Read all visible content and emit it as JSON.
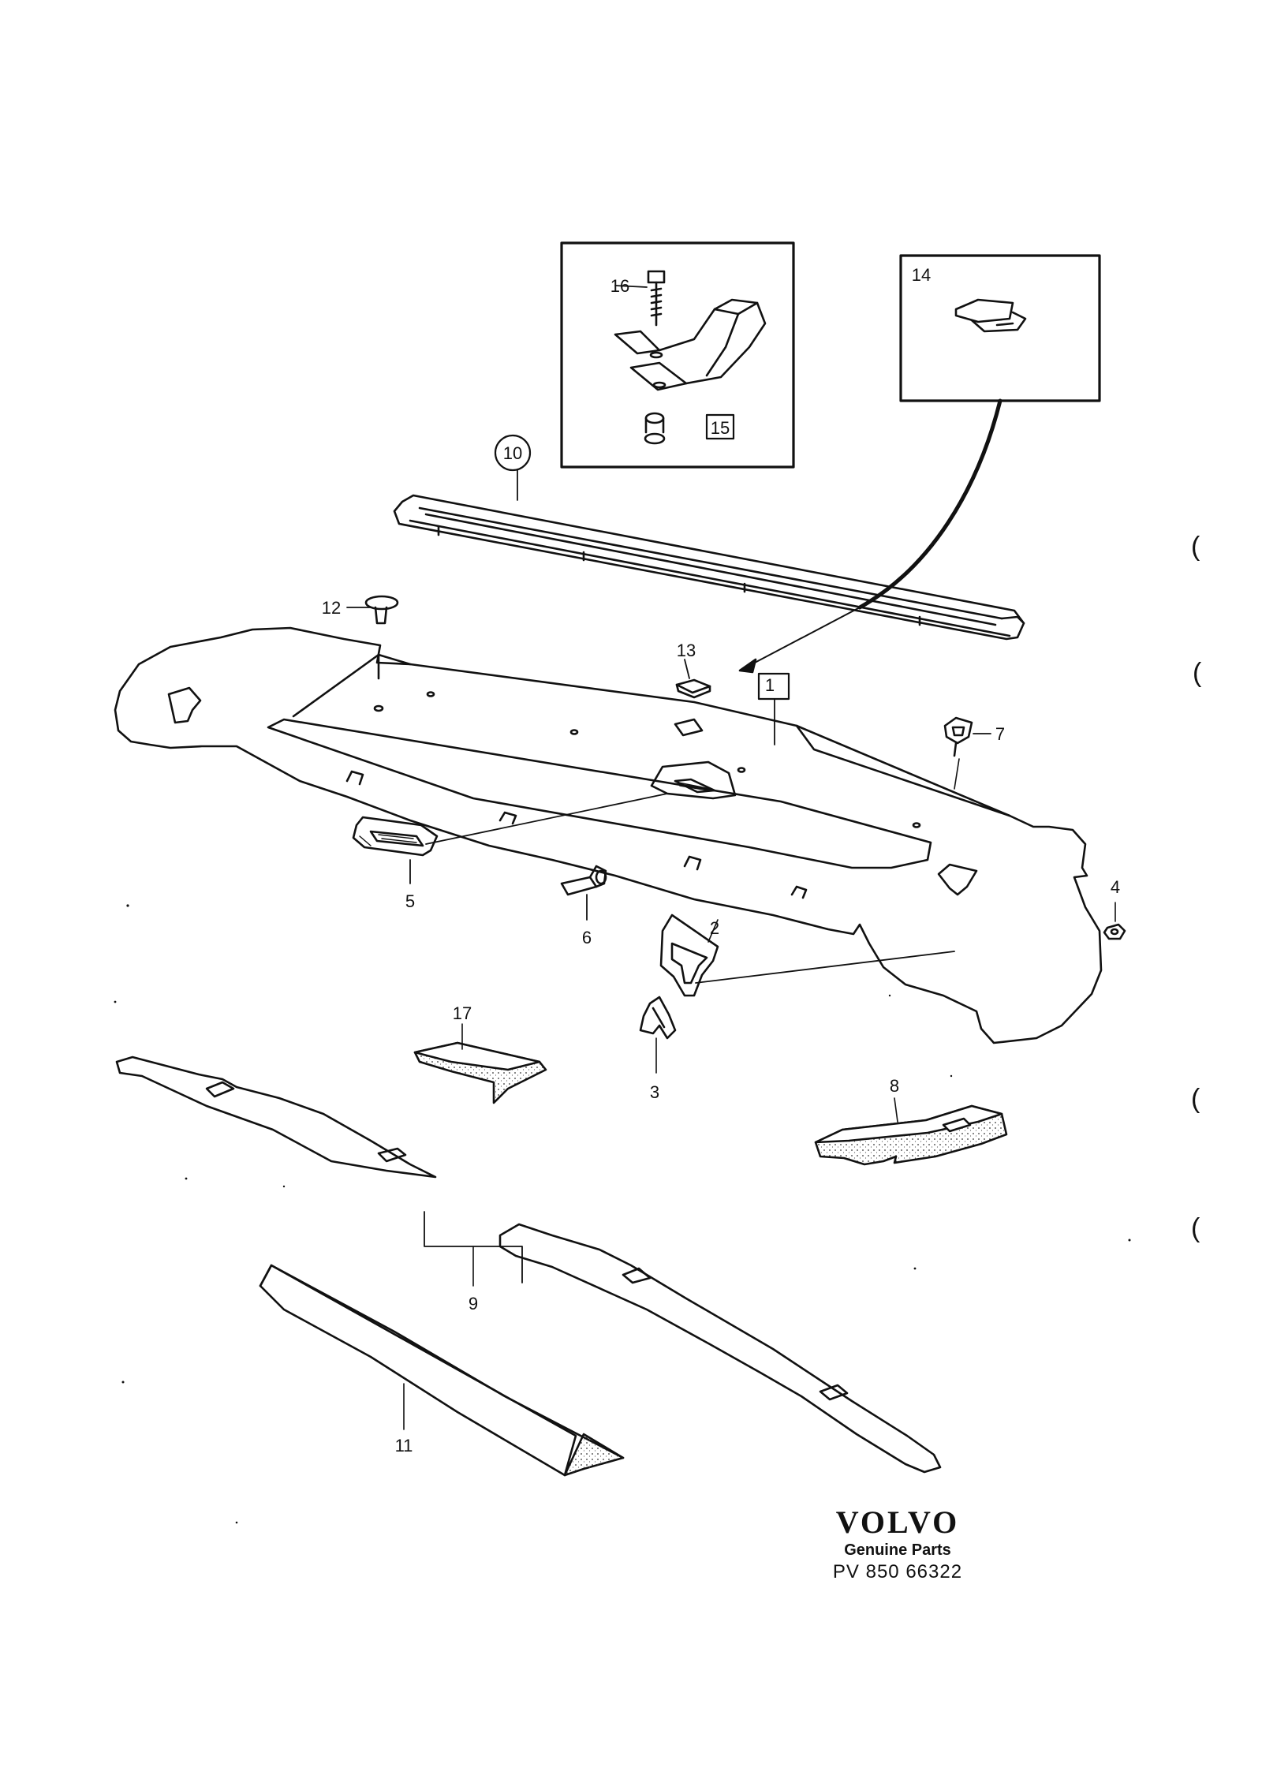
{
  "diagram": {
    "labels": {
      "p1": "1",
      "p2": "2",
      "p3": "3",
      "p4": "4",
      "p5": "5",
      "p6": "6",
      "p7": "7",
      "p8": "8",
      "p9": "9",
      "p10": "10",
      "p11": "11",
      "p12": "12",
      "p13": "13",
      "p14": "14",
      "p15": "15",
      "p16": "16",
      "p17": "17"
    },
    "margin_marks": [
      "(",
      "(",
      "(",
      "("
    ]
  },
  "footer": {
    "brand": "VOLVO",
    "subtitle": "Genuine Parts",
    "code": "PV 850  66322"
  }
}
